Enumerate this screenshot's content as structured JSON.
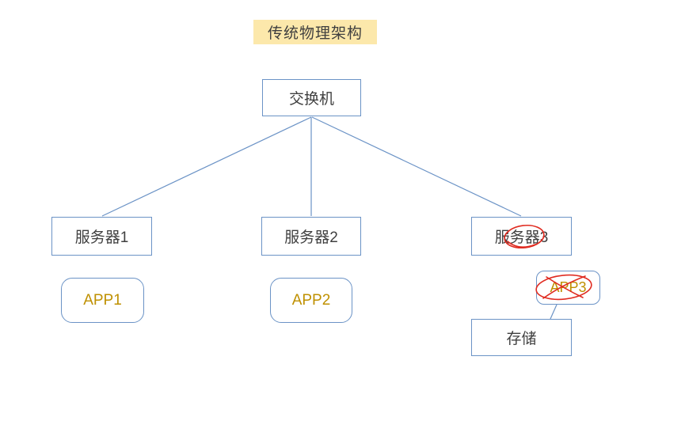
{
  "diagram": {
    "title": "传统物理架构",
    "nodes": {
      "switch": {
        "label": "交换机"
      },
      "server1": {
        "label": "服务器1"
      },
      "server2": {
        "label": "服务器2"
      },
      "server3": {
        "label": "服务器3"
      },
      "app1": {
        "label": "APP1"
      },
      "app2": {
        "label": "APP2"
      },
      "app3": {
        "label": "APP3"
      },
      "storage": {
        "label": "存储"
      }
    },
    "edges": [
      {
        "from": "switch",
        "to": "server1"
      },
      {
        "from": "switch",
        "to": "server2"
      },
      {
        "from": "switch",
        "to": "server3"
      },
      {
        "from": "app3",
        "to": "storage"
      }
    ],
    "annotations": [
      {
        "type": "red-circle-scribble",
        "target": "server3"
      },
      {
        "type": "red-crossout-scribble",
        "target": "app3"
      }
    ],
    "colors": {
      "box_border": "#6b93c6",
      "connector_line": "#6b93c6",
      "app_text": "#bf9000",
      "title_background": "#fce8ab",
      "label_text": "#3f3f3f",
      "annotation_red": "#e02b20",
      "background": "#ffffff"
    }
  }
}
